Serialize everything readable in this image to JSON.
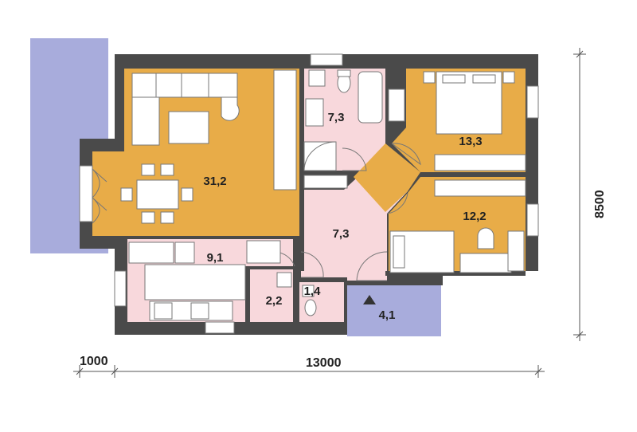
{
  "colors": {
    "living": "#e8ac48",
    "wet": "#f8d8dc",
    "terrace": "#a8acdc",
    "wall": "#4a4a4a",
    "window": "#ffffff",
    "dim_line": "#555555",
    "furniture": "#ffffff",
    "furniture_stroke": "#777777"
  },
  "rooms": {
    "living": "31,2",
    "bath": "7,3",
    "bedroom1": "13,3",
    "bedroom2": "12,2",
    "hall": "7,3",
    "kitchen": "9,1",
    "storage": "2,2",
    "wc": "1,4",
    "porch": "4,1"
  },
  "dimensions": {
    "overhang": "1000",
    "width": "13000",
    "depth": "8500"
  },
  "icons": [
    "door-swing-icon",
    "stair-triangle-icon",
    "window-icon",
    "bed-icon",
    "sofa-icon",
    "table-icon",
    "bathtub-icon",
    "shower-icon",
    "toilet-icon",
    "sink-icon",
    "stove-icon",
    "wardrobe-icon",
    "desk-icon",
    "fridge-icon"
  ]
}
